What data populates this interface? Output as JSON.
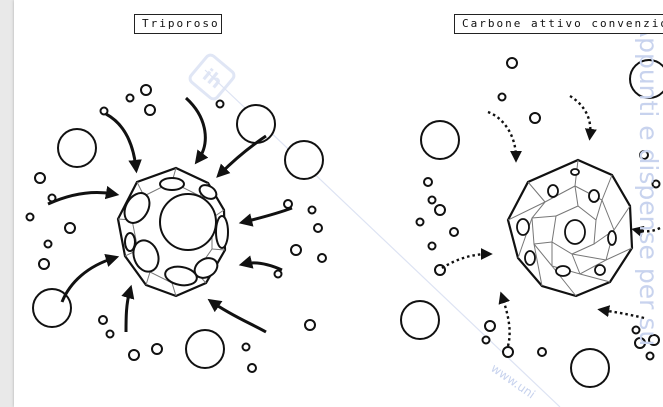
{
  "left_panel": {
    "label": "Triporoso"
  },
  "right_panel": {
    "label": "Carbone attivo convenzionale"
  },
  "watermark": {
    "side_text": "Appunti e dispense per su",
    "diagonal_text": "www.uni",
    "logo_text": "ih"
  },
  "colors": {
    "ink": "#111111",
    "page": "#ffffff",
    "watermark": "#c8d3ee"
  }
}
